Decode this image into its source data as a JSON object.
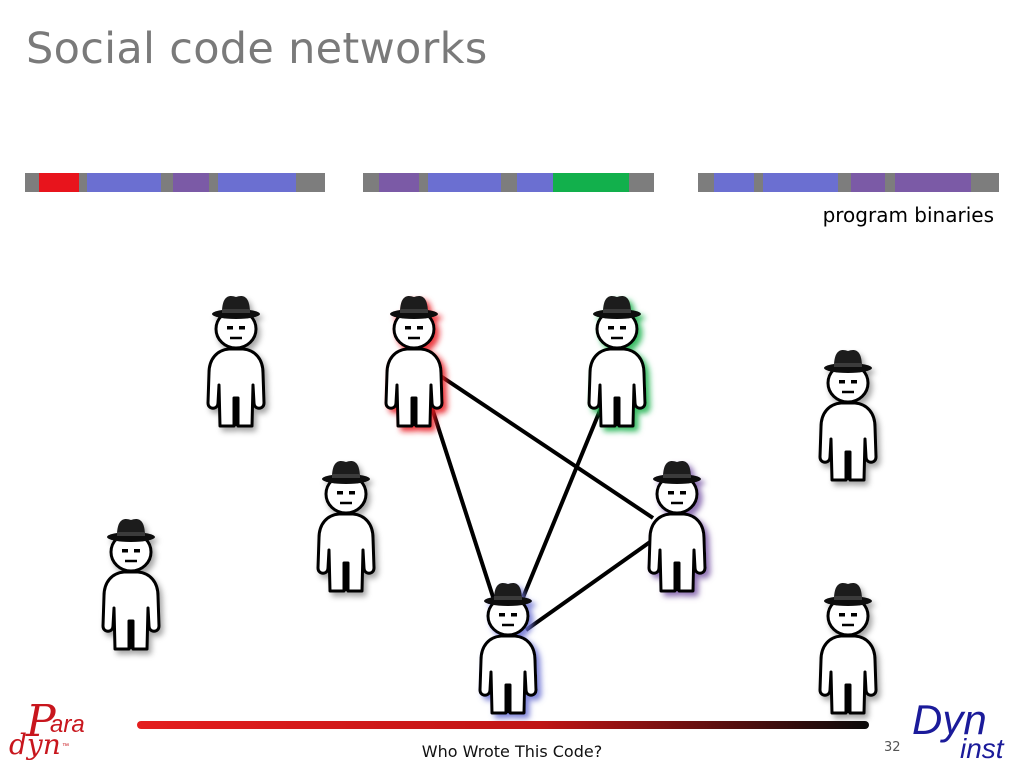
{
  "slide": {
    "title": "Social code networks",
    "binaries_label": "program binaries",
    "footer_text": "Who Wrote This Code?",
    "page_number": "32"
  },
  "logos": {
    "left": {
      "big": "P",
      "sub": "ara",
      "bottom": "dyn",
      "tm": "™"
    },
    "right": {
      "top": "Dyn",
      "bottom": "inst"
    }
  },
  "colors": {
    "red": "#e8141c",
    "blue": "#6b6fd1",
    "purple": "#7b5aa6",
    "green": "#12b04c",
    "gray": "#7d7d7d",
    "logo_red": "#c8161d",
    "logo_blue": "#1b1b9a"
  },
  "binaries": [
    {
      "segments": [
        "gray",
        "red",
        "gray",
        "blue",
        "gray",
        "purple",
        "gray",
        "blue",
        "gray"
      ]
    },
    {
      "segments": [
        "gray",
        "purple",
        "gray",
        "blue",
        "gray",
        "blue",
        "green",
        "gray"
      ]
    },
    {
      "segments": [
        "gray",
        "blue",
        "gray",
        "blue",
        "gray",
        "purple",
        "gray",
        "purple",
        "gray"
      ]
    }
  ],
  "authors": [
    {
      "id": "author-1",
      "glow": "none"
    },
    {
      "id": "author-2",
      "glow": "red"
    },
    {
      "id": "author-3",
      "glow": "green"
    },
    {
      "id": "author-4",
      "glow": "none"
    },
    {
      "id": "author-5",
      "glow": "none"
    },
    {
      "id": "author-6",
      "glow": "purple"
    },
    {
      "id": "author-7",
      "glow": "none"
    },
    {
      "id": "author-8",
      "glow": "blue"
    },
    {
      "id": "author-9",
      "glow": "none"
    }
  ],
  "links": [
    [
      "author-2",
      "author-8"
    ],
    [
      "author-2",
      "author-6"
    ],
    [
      "author-3",
      "author-8"
    ],
    [
      "author-6",
      "author-8"
    ]
  ]
}
